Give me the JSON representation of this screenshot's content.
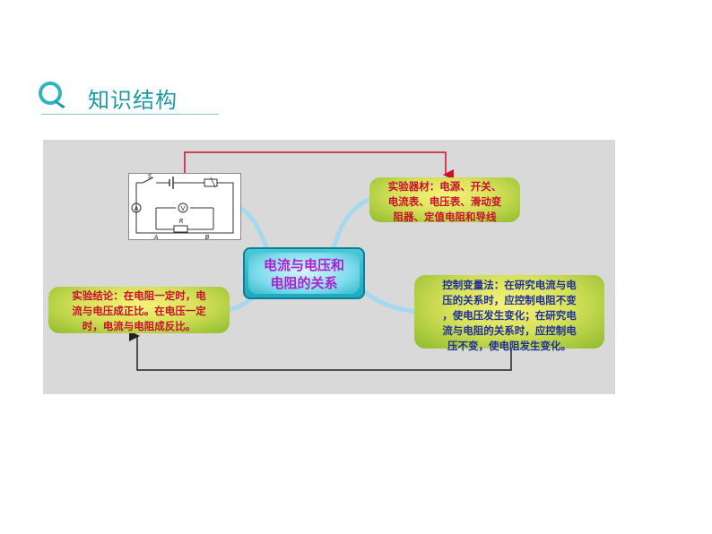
{
  "header": {
    "title": "知识结构"
  },
  "mindmap": {
    "center": {
      "line1": "电流与电压和",
      "line2": "电阻的关系"
    },
    "equipment": {
      "line1": "实验器材：电源、开关、",
      "line2": "电流表、电压表、滑动变",
      "line3": "阻器、定值电阻和导线"
    },
    "control": {
      "line1": "控制变量法：在研究电流与电",
      "line2": "压的关系时，应控制电阻不变",
      "line3": "，使电压发生变化；在研究电",
      "line4": "流与电阻的关系时，应控制电",
      "line5": "压不变，使电阻发生变化。"
    },
    "conclusion": {
      "line1": "实验结论：在电阻一定时，电",
      "line2": "流与电压成正比。在电压一定",
      "line3": "时，电流与电阻成反比。"
    }
  },
  "circuit": {
    "switch_label": "S",
    "ammeter_label": "A",
    "voltmeter_label": "V",
    "resistor_label": "R",
    "point_a": "A",
    "point_b": "B"
  },
  "colors": {
    "header_teal": "#1a9aa8",
    "arrow_red": "#d0102a",
    "node_text_red": "#c8102e",
    "node_text_blue": "#1f2f9c",
    "center_text": "#b01fd0",
    "branch_blue": "#9fd6ee"
  }
}
